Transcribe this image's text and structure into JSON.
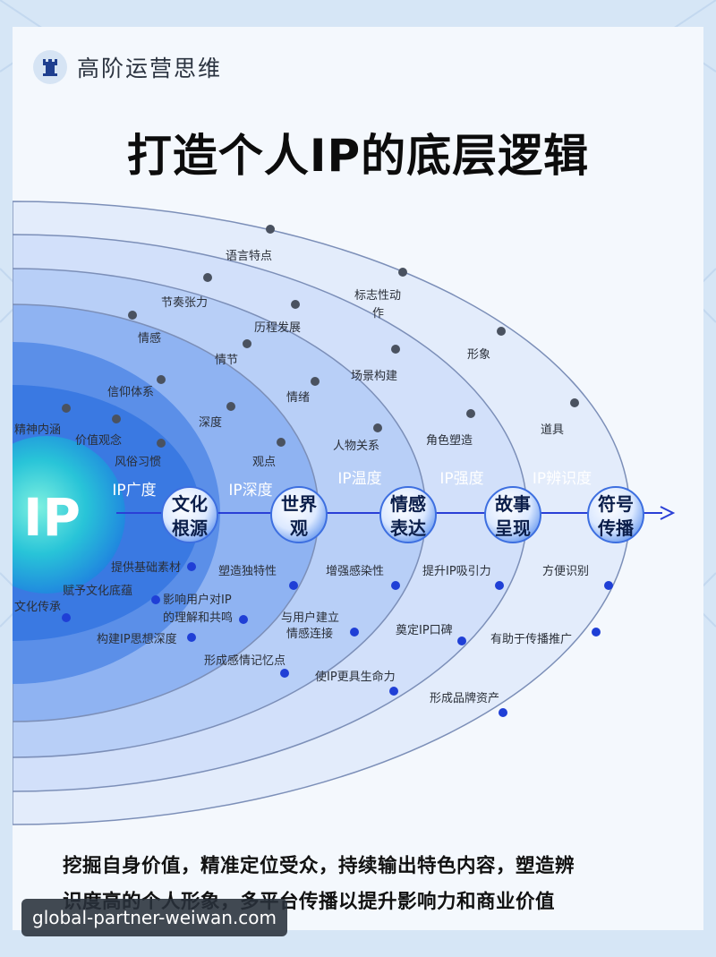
{
  "brand": {
    "name": "高阶运营思维",
    "icon": "rook-icon"
  },
  "title": "打造个人IP的底层逻辑",
  "center_label": "IP",
  "nodes": [
    {
      "line1": "文化",
      "line2": "根源"
    },
    {
      "line1": "世界",
      "line2": "观"
    },
    {
      "line1": "情感",
      "line2": "表达"
    },
    {
      "line1": "故事",
      "line2": "呈现"
    },
    {
      "line1": "符号",
      "line2": "传播"
    }
  ],
  "ring_labels": [
    "IP广度",
    "IP深度",
    "IP温度",
    "IP强度",
    "IP辨识度"
  ],
  "upper_labels": [
    "精神内涵",
    "价值观念",
    "风俗习惯",
    "信仰体系",
    "深度",
    "观点",
    "情感",
    "节奏张力",
    "情节",
    "历程发展",
    "情绪",
    "人物关系",
    "语言特点",
    "标志性动",
    "作",
    "场景构建",
    "角色塑造",
    "形象",
    "道具"
  ],
  "lower_labels": [
    "提供基础素材",
    "赋予文化底蕴",
    "文化传承",
    "构建IP思想深度",
    "塑造独特性",
    "影响用户对IP",
    "的理解和共鸣",
    "形成感情记忆点",
    "增强感染性",
    "与用户建立",
    "情感连接",
    "使IP更具生命力",
    "提升IP吸引力",
    "奠定IP口碑",
    "形成品牌资产",
    "方便识别",
    "有助于传播推广"
  ],
  "footer": {
    "line1": "挖掘自身价值，精准定位受众，持续输出特色内容，塑造辨",
    "line2": "识度高的个人形象，多平台传播以提升影响力和商业价值"
  },
  "watermark": "global-partner-weiwan.com",
  "colors": {
    "dot_upper": "#4a5260",
    "dot_lower": "#1f3fd6",
    "arrow": "#2a3fd6",
    "accent": "#1e6cf0"
  }
}
